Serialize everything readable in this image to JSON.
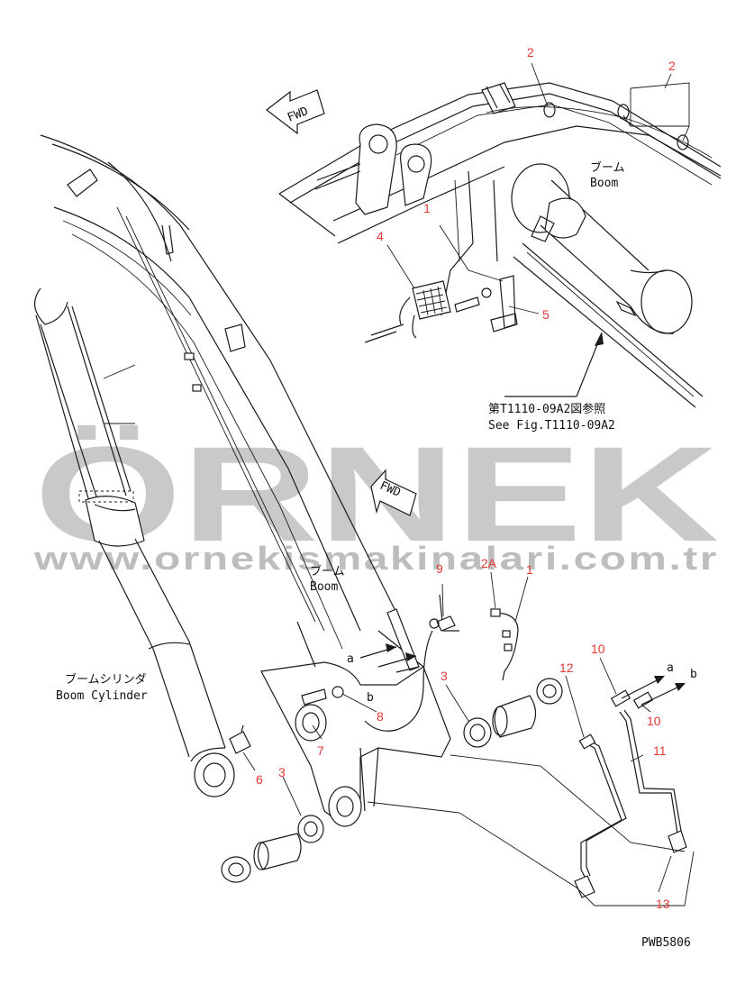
{
  "labels": {
    "fwd_top": "FWD",
    "fwd_mid": "FWD",
    "boom_jp_top": "ブーム",
    "boom_en_top": "Boom",
    "boom_jp_mid": "ブーム",
    "boom_en_mid": "Boom",
    "cyl_jp": "ブームシリンダ",
    "cyl_en": "Boom Cylinder",
    "see_jp": "第T1110-09A2図参照",
    "see_en": "See Fig.T1110-09A2",
    "fig_code": "PWB5806",
    "arrow_a_left": "a",
    "arrow_b_left": "b",
    "arrow_a_right": "a",
    "arrow_b_right": "b"
  },
  "callouts": {
    "c2_left": "2",
    "c2_right": "2",
    "c1_top": "1",
    "c4": "4",
    "c5": "5",
    "c9": "9",
    "c2A": "2A",
    "c1_mid": "1",
    "c3_mid": "3",
    "c12": "12",
    "c10_top": "10",
    "c10_bot": "10",
    "c11": "11",
    "c8": "8",
    "c7": "7",
    "c6": "6",
    "c3_bot": "3",
    "c13": "13"
  },
  "watermark": {
    "brand": "ÖRNEK",
    "url": "www.ornekismakinalari.com.tr"
  },
  "colors": {
    "callout": "#e53935",
    "line": "#1a1a1a",
    "watermark": "#c9c9c9"
  }
}
